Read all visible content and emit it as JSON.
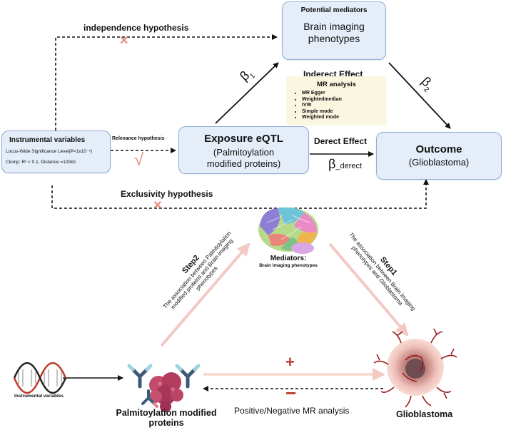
{
  "top": {
    "independence_label": "independence hypothesis",
    "relevance_label": "Relevance hypothesis",
    "exclusivity_label": "Exclusivity hypothesis",
    "mediators_box": {
      "title": "Potential mediators",
      "line1": "Brain imaging",
      "line2": "phenotypes"
    },
    "indirect_effect": {
      "title": "Inderect Effect",
      "subtitle": "MR analysis",
      "methods": [
        "MR Egger",
        "Weightedmedian",
        "IVW",
        "Simple mode",
        "Weighted mode"
      ]
    },
    "iv_box": {
      "title": "Instrumental variables",
      "line1": "Locus-Wide Significance Level(P<1x10⁻⁵)",
      "line2": "Clump: R² < 0.1, Distance =100kb"
    },
    "exposure_box": {
      "title": "Exposure eQTL",
      "line1": "(Palmitoylation",
      "line2": "modified proteins)"
    },
    "outcome_box": {
      "title": "Outcome",
      "line1": "(Glioblastoma)"
    },
    "direct_effect_label": "Derect Effect",
    "beta1": "β",
    "beta1_sub": "1",
    "beta2": "β",
    "beta2_sub": "2",
    "beta_direct": "β",
    "beta_direct_sub": "_derect",
    "cross_mark": "×",
    "check_mark": "√"
  },
  "bottom": {
    "mediators_title": "Mediators:",
    "mediators_sub": "Brain imaging phenotypes",
    "step2_title": "Step2",
    "step2_line1": "The association between Palmitoylation",
    "step2_line2": "modified proteins and Brain imaging",
    "step2_line3": "phenotypes",
    "step1_title": "Step1",
    "step1_line1": "The association between  Brain imaging",
    "step1_line2": "phenotypes and Glioblastoma",
    "iv_label": "Instrumental variables",
    "protein_label_line1": "Palmitoylation modified",
    "protein_label_line2": "proteins",
    "glio_label": "Glioblastoma",
    "plus_sign": "+",
    "minus_sign": "−",
    "mr_label": "Positive/Negative MR analysis"
  },
  "colors": {
    "box_fill": "#e4edf8",
    "box_border": "#8eaed6",
    "pink_arrow": "#f2c9c3",
    "red_mark": "#e88a7e",
    "plus_minus": "#c0392b",
    "effect_box_fill": "#fbf6e0"
  }
}
